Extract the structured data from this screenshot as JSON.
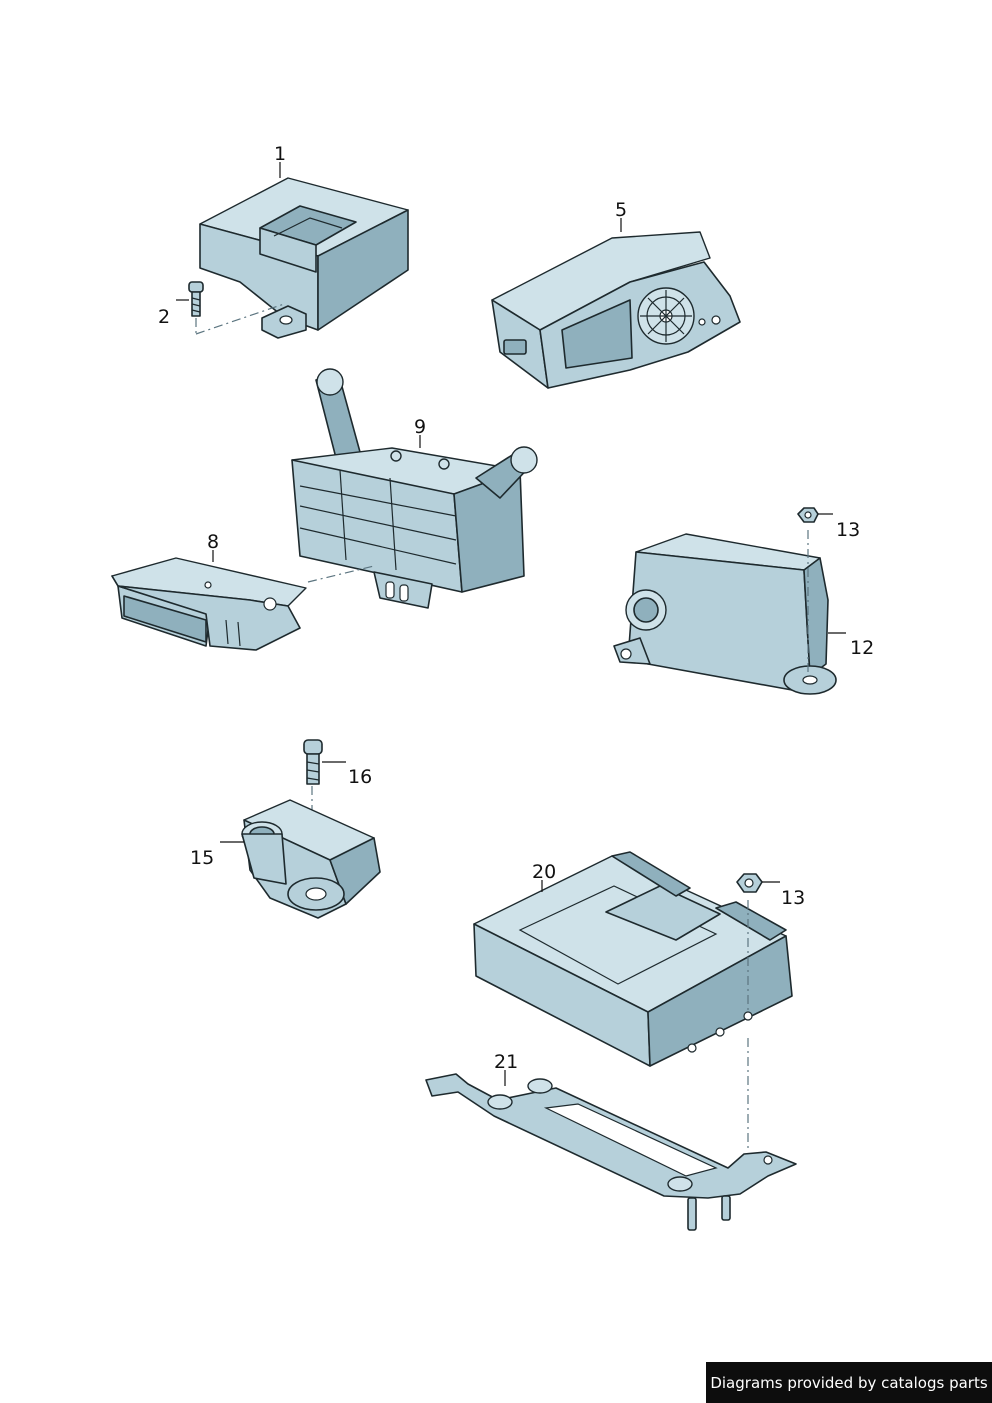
{
  "callouts": {
    "c1": "1",
    "c2": "2",
    "c5": "5",
    "c9": "9",
    "c8": "8",
    "c13a": "13",
    "c12": "12",
    "c16": "16",
    "c15": "15",
    "c20": "20",
    "c13b": "13",
    "c21": "21"
  },
  "footer": {
    "text": "Diagrams provided by catalogs parts"
  },
  "colors": {
    "part_fill": "#b6d0da",
    "outline": "#1e2a2e",
    "footer_bg": "#0d0d0d"
  }
}
